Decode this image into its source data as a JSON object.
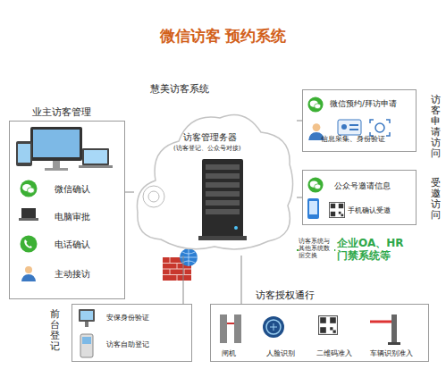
{
  "diagram": {
    "title": "微信访客 预约系统",
    "nodes": [
      {
        "text": [
          "业主访客管理",
          "微信确认",
          "电脑审批",
          "电话确认",
          "主动接访"
        ]
      },
      {
        "text": [
          "访客管理务器",
          "(访客登记、公众号对接)"
        ]
      },
      {
        "text": [
          "微信预约/拜访申请",
          "信息采集、身份验证",
          "访客申请访问"
        ]
      },
      {
        "text": [
          "公众号邀请信息",
          "手机确认受邀",
          "受邀访问"
        ]
      },
      {
        "text": [
          "企业OA、HR 门禁系统等"
        ]
      },
      {
        "text": [
          "前台登记",
          "安保身份验证",
          "访客自助登记"
        ]
      },
      {
        "text": [
          "访客授权通行",
          "闸机",
          "人脸识别",
          "二维码准入",
          "车辆识别准入"
        ]
      }
    ],
    "edges": [
      {
        "from": 0,
        "to": 1,
        "arrow": "none"
      },
      {
        "from": 1,
        "to": 2,
        "arrow": "none"
      },
      {
        "from": 1,
        "to": 3,
        "arrow": "none"
      },
      {
        "from": 1,
        "to": 4,
        "label": "访客系统与其他系统数据交换",
        "arrow": "to"
      },
      {
        "from": 1,
        "to": 5,
        "arrow": "none"
      },
      {
        "from": 1,
        "to": 6,
        "arrow": "none"
      }
    ],
    "labels": [
      "慧美访客系统"
    ]
  }
}
